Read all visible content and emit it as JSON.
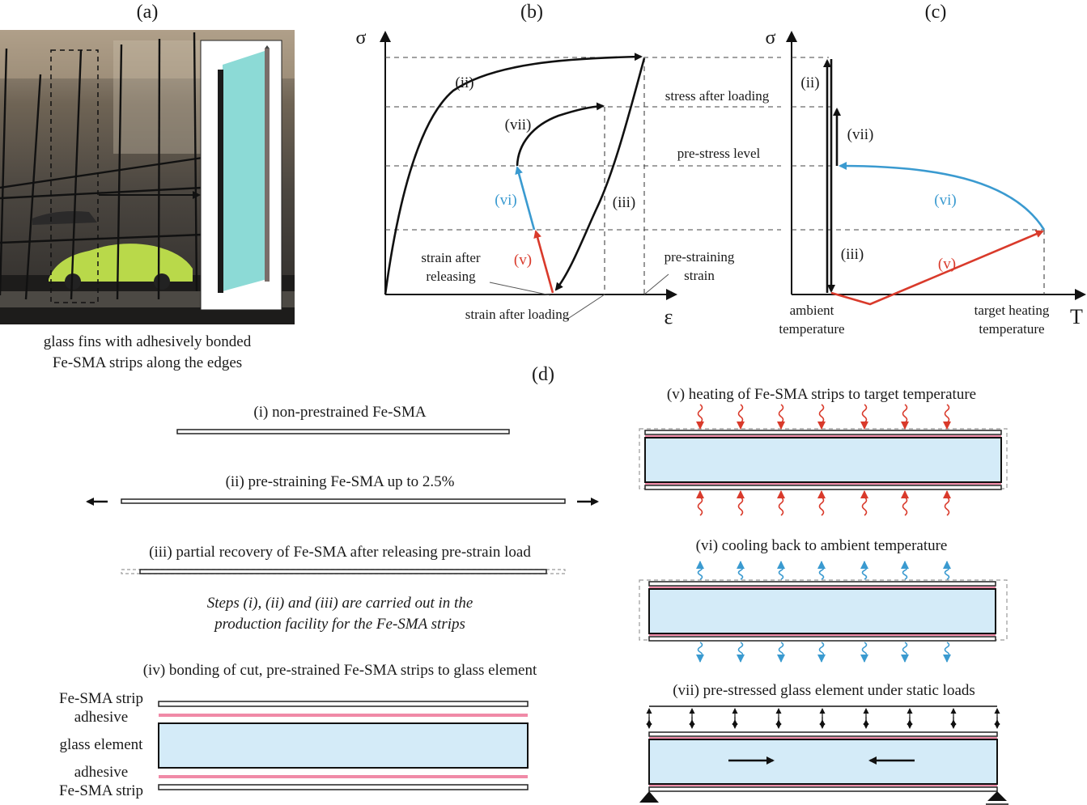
{
  "panels": {
    "a": "(a)",
    "b": "(b)",
    "c": "(c)",
    "d": "(d)"
  },
  "photo": {
    "caption_line1": "glass fins with adhesively bonded",
    "caption_line2": "Fe-SMA strips along the edges"
  },
  "graph_b": {
    "y_axis": "σ",
    "x_axis": "ε",
    "stress_after_loading": "stress after loading",
    "pre_stress_level": "pre-stress level",
    "strain_after_releasing_1": "strain after",
    "strain_after_releasing_2": "releasing",
    "strain_after_loading": "strain after loading",
    "pre_straining_strain_1": "pre-straining",
    "pre_straining_strain_2": "strain",
    "ii": "(ii)",
    "iii": "(iii)",
    "v": "(v)",
    "vi": "(vi)",
    "vii": "(vii)"
  },
  "graph_c": {
    "y_axis": "σ",
    "x_axis": "T",
    "ambient_1": "ambient",
    "ambient_2": "temperature",
    "target_1": "target heating",
    "target_2": "temperature",
    "ii": "(ii)",
    "iii": "(iii)",
    "v": "(v)",
    "vi": "(vi)",
    "vii": "(vii)"
  },
  "steps": {
    "i": "(i) non-prestrained Fe-SMA",
    "ii": "(ii) pre-straining Fe-SMA up to 2.5%",
    "iii": "(iii) partial recovery of Fe-SMA after releasing pre-strain load",
    "note_1": "Steps (i), (ii) and (iii) are carried out in the",
    "note_2": "production facility for the Fe-SMA strips",
    "iv": "(iv) bonding of cut, pre-strained Fe-SMA strips to glass element",
    "v": "(v) heating of Fe-SMA strips to target temperature",
    "vi": "(vi) cooling back to ambient temperature",
    "vii": "(vii) pre-stressed glass element under static loads"
  },
  "layers": {
    "strip_top": "Fe-SMA strip",
    "adhesive_top": "adhesive",
    "glass": "glass element",
    "adhesive_bottom": "adhesive",
    "strip_bottom": "Fe-SMA strip"
  },
  "colors": {
    "heating": "#d93a2b",
    "cooling": "#3a9ad0",
    "glass": "#d4ebf8",
    "adhesive": "#f08aa7"
  }
}
